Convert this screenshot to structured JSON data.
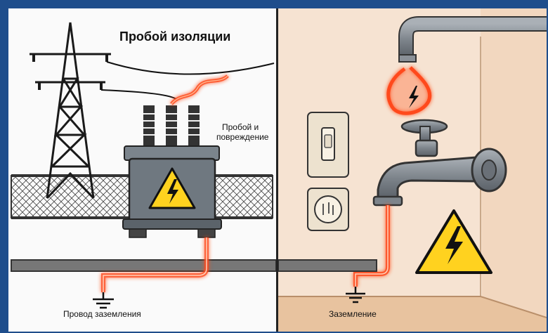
{
  "left_panel": {
    "title": "Пробой изоляции",
    "damage_label_line1": "Пробой и",
    "damage_label_line2": "повреждение",
    "ground_label": "Провод заземления"
  },
  "right_panel": {
    "ground_label": "Заземление"
  },
  "colors": {
    "frame": "#1f4e8c",
    "glow": "#ff4a1a",
    "warning": "#ffd21f",
    "transformer": "#6f7880"
  }
}
